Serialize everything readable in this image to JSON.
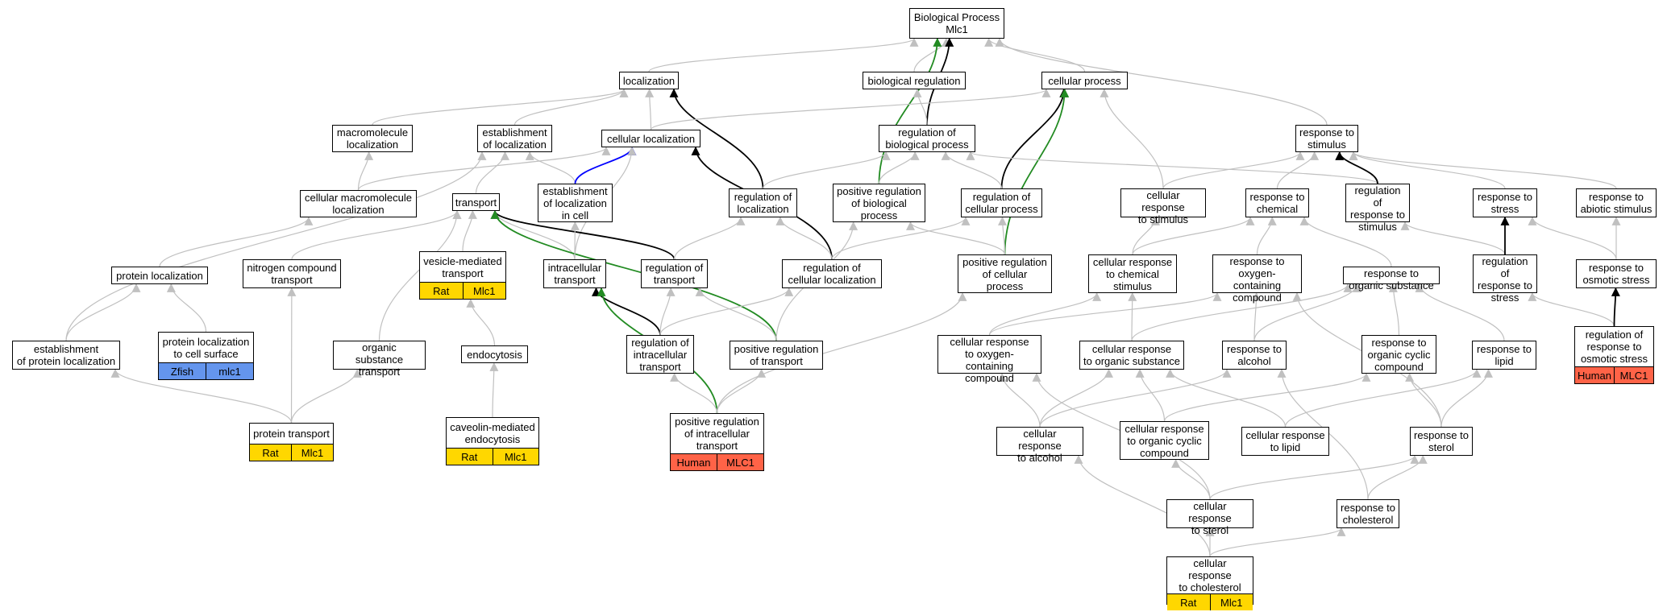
{
  "colors": {
    "edge_gray": "#c0c0c0",
    "edge_black": "#000000",
    "edge_blue": "#0000ff",
    "edge_green": "#228b22",
    "rat": "#ffd700",
    "human": "#ff6347",
    "zfish": "#6495ed"
  },
  "nodes": [
    {
      "id": "bp",
      "label": "Biological Process\nMlc1"
    },
    {
      "id": "loc",
      "label": "localization"
    },
    {
      "id": "bioreg",
      "label": "biological regulation"
    },
    {
      "id": "cellproc",
      "label": "cellular process"
    },
    {
      "id": "macroloc",
      "label": "macromolecule\nlocalization"
    },
    {
      "id": "estloc",
      "label": "establishment\nof localization"
    },
    {
      "id": "cellloc",
      "label": "cellular localization"
    },
    {
      "id": "regbp",
      "label": "regulation of\nbiological process"
    },
    {
      "id": "respstim",
      "label": "response to\nstimulus"
    },
    {
      "id": "cellmacroloc",
      "label": "cellular macromolecule\nlocalization"
    },
    {
      "id": "transport",
      "label": "transport"
    },
    {
      "id": "estlocincell",
      "label": "establishment\nof localization\nin cell"
    },
    {
      "id": "regloc",
      "label": "regulation of\nlocalization"
    },
    {
      "id": "posregbp",
      "label": "positive regulation\nof biological\nprocess"
    },
    {
      "id": "regcellproc",
      "label": "regulation of\ncellular process"
    },
    {
      "id": "cellrespstim",
      "label": "cellular response\nto stimulus"
    },
    {
      "id": "respchem",
      "label": "response to\nchemical"
    },
    {
      "id": "regrespstim",
      "label": "regulation of\nresponse to\nstimulus"
    },
    {
      "id": "respstress",
      "label": "response to\nstress"
    },
    {
      "id": "respabiotic",
      "label": "response to\nabiotic stimulus"
    },
    {
      "id": "protloc",
      "label": "protein localization"
    },
    {
      "id": "nitrotrans",
      "label": "nitrogen compound\ntransport"
    },
    {
      "id": "vesic",
      "label": "vesicle-mediated\ntransport",
      "tags": [
        "Rat",
        "Mlc1"
      ],
      "tagColor": "rat"
    },
    {
      "id": "intratrans",
      "label": "intracellular\ntransport"
    },
    {
      "id": "regtrans",
      "label": "regulation of\ntransport"
    },
    {
      "id": "regcellloc",
      "label": "regulation of\ncellular localization"
    },
    {
      "id": "posregcellproc",
      "label": "positive regulation\nof cellular\nprocess"
    },
    {
      "id": "cellrespchem",
      "label": "cellular response\nto chemical\nstimulus"
    },
    {
      "id": "respoxy",
      "label": "response to\noxygen-containing\ncompound"
    },
    {
      "id": "resporg",
      "label": "response to\norganic substance"
    },
    {
      "id": "regrespstress",
      "label": "regulation of\nresponse to\nstress"
    },
    {
      "id": "resposm",
      "label": "response to\nosmotic stress"
    },
    {
      "id": "protloccs",
      "label": "protein localization\nto cell surface",
      "tags": [
        "Zfish",
        "mlc1"
      ],
      "tagColor": "zfish"
    },
    {
      "id": "estprotloc",
      "label": "establishment\nof protein localization"
    },
    {
      "id": "orgtrans",
      "label": "organic substance\ntransport"
    },
    {
      "id": "endocyt",
      "label": "endocytosis"
    },
    {
      "id": "regintratrans",
      "label": "regulation of\nintracellular\ntransport"
    },
    {
      "id": "posregtrans",
      "label": "positive regulation\nof transport"
    },
    {
      "id": "cellrespoxy",
      "label": "cellular response\nto oxygen-containing\ncompound"
    },
    {
      "id": "cellresporg",
      "label": "cellular response\nto organic substance"
    },
    {
      "id": "respalc",
      "label": "response to\nalcohol"
    },
    {
      "id": "resporgcyc",
      "label": "response to\norganic cyclic\ncompound"
    },
    {
      "id": "resplipid",
      "label": "response to\nlipid"
    },
    {
      "id": "regresposm",
      "label": "regulation of\nresponse to\nosmotic stress",
      "tags": [
        "Human",
        "MLC1"
      ],
      "tagColor": "human"
    },
    {
      "id": "prottrans",
      "label": "protein transport",
      "tags": [
        "Rat",
        "Mlc1"
      ],
      "tagColor": "rat"
    },
    {
      "id": "caveolin",
      "label": "caveolin-mediated\nendocytosis",
      "tags": [
        "Rat",
        "Mlc1"
      ],
      "tagColor": "rat"
    },
    {
      "id": "posregintra",
      "label": "positive regulation\nof intracellular\ntransport",
      "tags": [
        "Human",
        "MLC1"
      ],
      "tagColor": "human"
    },
    {
      "id": "cellrespalc",
      "label": "cellular response\nto alcohol"
    },
    {
      "id": "cellresporgcyc",
      "label": "cellular response\nto organic cyclic\ncompound"
    },
    {
      "id": "cellresplipid",
      "label": "cellular response\nto lipid"
    },
    {
      "id": "respsterol",
      "label": "response to\nsterol"
    },
    {
      "id": "cellrespsterol",
      "label": "cellular response\nto sterol"
    },
    {
      "id": "respchol",
      "label": "response to\ncholesterol"
    },
    {
      "id": "cellrespchol",
      "label": "cellular response\nto cholesterol",
      "tags": [
        "Rat",
        "Mlc1"
      ],
      "tagColor": "rat"
    }
  ],
  "edges": [
    {
      "from": "loc",
      "to": "bp",
      "color": "edge_gray"
    },
    {
      "from": "bioreg",
      "to": "bp",
      "color": "edge_gray"
    },
    {
      "from": "cellproc",
      "to": "bp",
      "color": "edge_gray"
    },
    {
      "from": "respstim",
      "to": "bp",
      "color": "edge_gray"
    },
    {
      "from": "regbp",
      "to": "bp",
      "color": "edge_black"
    },
    {
      "from": "posregbp",
      "to": "bp",
      "color": "edge_green"
    },
    {
      "from": "macroloc",
      "to": "loc",
      "color": "edge_gray"
    },
    {
      "from": "estloc",
      "to": "loc",
      "color": "edge_gray"
    },
    {
      "from": "cellloc",
      "to": "loc",
      "color": "edge_gray"
    },
    {
      "from": "regloc",
      "to": "loc",
      "color": "edge_black"
    },
    {
      "from": "regbp",
      "to": "bioreg",
      "color": "edge_gray"
    },
    {
      "from": "cellloc",
      "to": "cellproc",
      "color": "edge_gray"
    },
    {
      "from": "regcellproc",
      "to": "cellproc",
      "color": "edge_black"
    },
    {
      "from": "cellrespstim",
      "to": "cellproc",
      "color": "edge_gray"
    },
    {
      "from": "posregcellproc",
      "to": "cellproc",
      "color": "edge_green"
    },
    {
      "from": "cellmacroloc",
      "to": "macroloc",
      "color": "edge_gray"
    },
    {
      "from": "cellmacroloc",
      "to": "cellloc",
      "color": "edge_gray"
    },
    {
      "from": "transport",
      "to": "estloc",
      "color": "edge_gray"
    },
    {
      "from": "estlocincell",
      "to": "estloc",
      "color": "edge_gray"
    },
    {
      "from": "estlocincell",
      "to": "cellloc",
      "color": "edge_blue"
    },
    {
      "from": "regcellloc",
      "to": "cellloc",
      "color": "edge_black"
    },
    {
      "from": "intratrans",
      "to": "cellloc",
      "color": "edge_gray"
    },
    {
      "from": "regloc",
      "to": "regbp",
      "color": "edge_gray"
    },
    {
      "from": "posregbp",
      "to": "regbp",
      "color": "edge_gray"
    },
    {
      "from": "regcellproc",
      "to": "regbp",
      "color": "edge_gray"
    },
    {
      "from": "regrespstim",
      "to": "regbp",
      "color": "edge_gray"
    },
    {
      "from": "cellrespstim",
      "to": "respstim",
      "color": "edge_gray"
    },
    {
      "from": "respchem",
      "to": "respstim",
      "color": "edge_gray"
    },
    {
      "from": "regrespstim",
      "to": "respstim",
      "color": "edge_black"
    },
    {
      "from": "respstress",
      "to": "respstim",
      "color": "edge_gray"
    },
    {
      "from": "respabiotic",
      "to": "respstim",
      "color": "edge_gray"
    },
    {
      "from": "protloc",
      "to": "cellmacroloc",
      "color": "edge_gray"
    },
    {
      "from": "nitrotrans",
      "to": "transport",
      "color": "edge_gray"
    },
    {
      "from": "vesic",
      "to": "transport",
      "color": "edge_gray"
    },
    {
      "from": "orgtrans",
      "to": "transport",
      "color": "edge_gray"
    },
    {
      "from": "regtrans",
      "to": "transport",
      "color": "edge_black"
    },
    {
      "from": "intratrans",
      "to": "transport",
      "color": "edge_gray"
    },
    {
      "from": "posregtrans",
      "to": "transport",
      "color": "edge_green"
    },
    {
      "from": "intratrans",
      "to": "estlocincell",
      "color": "edge_gray"
    },
    {
      "from": "regtrans",
      "to": "regloc",
      "color": "edge_gray"
    },
    {
      "from": "regcellloc",
      "to": "regloc",
      "color": "edge_gray"
    },
    {
      "from": "posregtrans",
      "to": "posregbp",
      "color": "edge_gray"
    },
    {
      "from": "posregcellproc",
      "to": "posregbp",
      "color": "edge_gray"
    },
    {
      "from": "posregcellproc",
      "to": "regcellproc",
      "color": "edge_gray"
    },
    {
      "from": "regcellloc",
      "to": "regcellproc",
      "color": "edge_gray"
    },
    {
      "from": "cellrespchem",
      "to": "cellrespstim",
      "color": "edge_gray"
    },
    {
      "from": "cellrespchem",
      "to": "respchem",
      "color": "edge_gray"
    },
    {
      "from": "respoxy",
      "to": "respchem",
      "color": "edge_gray"
    },
    {
      "from": "resporg",
      "to": "respchem",
      "color": "edge_gray"
    },
    {
      "from": "regrespstress",
      "to": "regrespstim",
      "color": "edge_gray"
    },
    {
      "from": "regrespstress",
      "to": "respstress",
      "color": "edge_black"
    },
    {
      "from": "resposm",
      "to": "respstress",
      "color": "edge_gray"
    },
    {
      "from": "resposm",
      "to": "respabiotic",
      "color": "edge_gray"
    },
    {
      "from": "protloccs",
      "to": "protloc",
      "color": "edge_gray"
    },
    {
      "from": "estprotloc",
      "to": "protloc",
      "color": "edge_gray"
    },
    {
      "from": "estprotloc",
      "to": "estloc",
      "color": "edge_gray"
    },
    {
      "from": "prottrans",
      "to": "nitrotrans",
      "color": "edge_gray"
    },
    {
      "from": "prottrans",
      "to": "estprotloc",
      "color": "edge_gray"
    },
    {
      "from": "prottrans",
      "to": "orgtrans",
      "color": "edge_gray"
    },
    {
      "from": "endocyt",
      "to": "vesic",
      "color": "edge_gray"
    },
    {
      "from": "caveolin",
      "to": "endocyt",
      "color": "edge_gray"
    },
    {
      "from": "regintratrans",
      "to": "intratrans",
      "color": "edge_black"
    },
    {
      "from": "regintratrans",
      "to": "regtrans",
      "color": "edge_gray"
    },
    {
      "from": "regintratrans",
      "to": "regcellloc",
      "color": "edge_gray"
    },
    {
      "from": "posregtrans",
      "to": "regtrans",
      "color": "edge_gray"
    },
    {
      "from": "posregintra",
      "to": "intratrans",
      "color": "edge_green"
    },
    {
      "from": "posregintra",
      "to": "regintratrans",
      "color": "edge_gray"
    },
    {
      "from": "posregintra",
      "to": "posregtrans",
      "color": "edge_gray"
    },
    {
      "from": "posregintra",
      "to": "posregcellproc",
      "color": "edge_gray"
    },
    {
      "from": "cellrespoxy",
      "to": "cellrespchem",
      "color": "edge_gray"
    },
    {
      "from": "cellrespoxy",
      "to": "respoxy",
      "color": "edge_gray"
    },
    {
      "from": "cellresporg",
      "to": "cellrespchem",
      "color": "edge_gray"
    },
    {
      "from": "cellresporg",
      "to": "resporg",
      "color": "edge_gray"
    },
    {
      "from": "respalc",
      "to": "respoxy",
      "color": "edge_gray"
    },
    {
      "from": "respalc",
      "to": "resporg",
      "color": "edge_gray"
    },
    {
      "from": "resporgcyc",
      "to": "resporg",
      "color": "edge_gray"
    },
    {
      "from": "resplipid",
      "to": "resporg",
      "color": "edge_gray"
    },
    {
      "from": "regresposm",
      "to": "regrespstress",
      "color": "edge_gray"
    },
    {
      "from": "regresposm",
      "to": "resposm",
      "color": "edge_black"
    },
    {
      "from": "cellrespalc",
      "to": "cellrespoxy",
      "color": "edge_gray"
    },
    {
      "from": "cellrespalc",
      "to": "cellresporg",
      "color": "edge_gray"
    },
    {
      "from": "cellrespalc",
      "to": "respalc",
      "color": "edge_gray"
    },
    {
      "from": "cellresporgcyc",
      "to": "cellresporg",
      "color": "edge_gray"
    },
    {
      "from": "cellresporgcyc",
      "to": "resporgcyc",
      "color": "edge_gray"
    },
    {
      "from": "cellresplipid",
      "to": "cellresporg",
      "color": "edge_gray"
    },
    {
      "from": "cellresplipid",
      "to": "resplipid",
      "color": "edge_gray"
    },
    {
      "from": "respsterol",
      "to": "respoxy",
      "color": "edge_gray"
    },
    {
      "from": "respsterol",
      "to": "resporgcyc",
      "color": "edge_gray"
    },
    {
      "from": "respsterol",
      "to": "resplipid",
      "color": "edge_gray"
    },
    {
      "from": "cellrespsterol",
      "to": "cellresporgcyc",
      "color": "edge_gray"
    },
    {
      "from": "cellrespsterol",
      "to": "cellrespoxy",
      "color": "edge_gray"
    },
    {
      "from": "cellrespsterol",
      "to": "respsterol",
      "color": "edge_gray"
    },
    {
      "from": "respchol",
      "to": "respsterol",
      "color": "edge_gray"
    },
    {
      "from": "respchol",
      "to": "respalc",
      "color": "edge_gray"
    },
    {
      "from": "cellrespchol",
      "to": "cellrespsterol",
      "color": "edge_gray"
    },
    {
      "from": "cellrespchol",
      "to": "respchol",
      "color": "edge_gray"
    },
    {
      "from": "cellrespchol",
      "to": "cellrespalc",
      "color": "edge_gray"
    }
  ]
}
